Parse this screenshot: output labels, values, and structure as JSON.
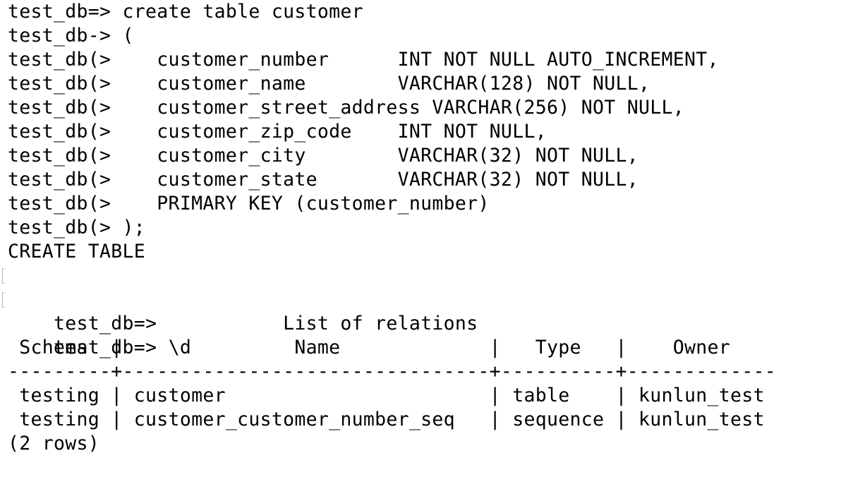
{
  "terminal": {
    "lines": [
      "test_db=> create table customer",
      "test_db-> (",
      "test_db(>    customer_number      INT NOT NULL AUTO_INCREMENT,",
      "test_db(>    customer_name        VARCHAR(128) NOT NULL,",
      "test_db(>    customer_street_address VARCHAR(256) NOT NULL,",
      "test_db(>    customer_zip_code    INT NOT NULL,",
      "test_db(>    customer_city        VARCHAR(32) NOT NULL,",
      "test_db(>    customer_state       VARCHAR(32) NOT NULL,",
      "test_db(>    PRIMARY KEY (customer_number)",
      "test_db(> );",
      "CREATE TABLE",
      "test_db=>",
      "test_db=> \\d",
      "                        List of relations",
      " Schema  |               Name             |   Type   |    Owner",
      "---------+--------------------------------+----------+-------------",
      " testing | customer                       | table    | kunlun_test",
      " testing | customer_customer_number_seq   | sequence | kunlun_test",
      "(2 rows)"
    ]
  }
}
